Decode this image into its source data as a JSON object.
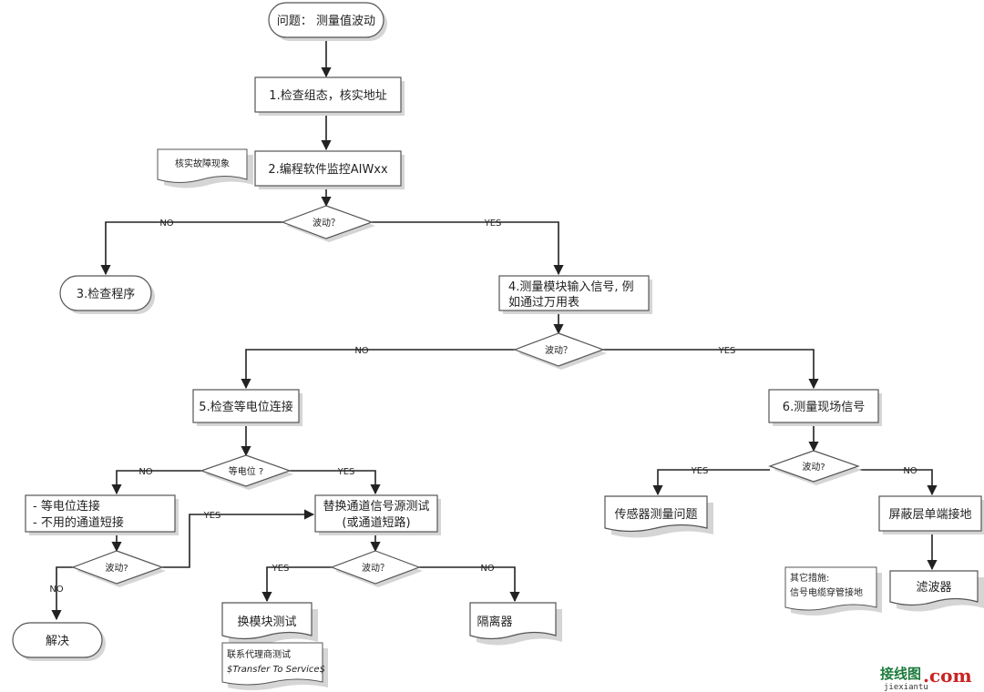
{
  "nodes": {
    "start": "问题： 测量值波动",
    "step1": "1.检查组态，核实地址",
    "note_fault": "核实故障现象",
    "step2": "2.编程软件监控AIWxx",
    "dec1": "波动？",
    "step3": "3.检查程序",
    "step4_line1": "4.测量模块输入信号, 例",
    "step4_line2": "如通过万用表",
    "dec2": "波动？",
    "step5": "5.检查等电位连接",
    "step6": "6.测量现场信号",
    "dec_equi": "等电位 ?",
    "fix_line1": "- 等电位连接",
    "fix_line2": "- 不用的通道短接",
    "dec_fix": "波动?",
    "solved": "解决",
    "replace_line1": "替换通道信号源测试",
    "replace_line2": "(或通道短路)",
    "dec_replace": "波动？",
    "swap_module": "换模块测试",
    "contact_line1": "联系代理商测试",
    "contact_line2": "$Transfer To Service$",
    "isolator": "隔离器",
    "dec6": "波动?",
    "sensor": "传感器测量问题",
    "shield": "屏蔽层单端接地",
    "other_line1": "其它措施:",
    "other_line2": "信号电缆穿管接地",
    "filter": "滤波器"
  },
  "edges": {
    "yes": "YES",
    "no": "NO"
  },
  "watermark": {
    "cn": "接线图",
    "dot_com": ".com",
    "pinyin": "jiexiantu"
  },
  "colors": {
    "line": "#222222",
    "box_border": "#555555",
    "shadow": "#d5d5d5",
    "watermark_green": "#1a7a3a",
    "watermark_red": "#cc2222"
  }
}
